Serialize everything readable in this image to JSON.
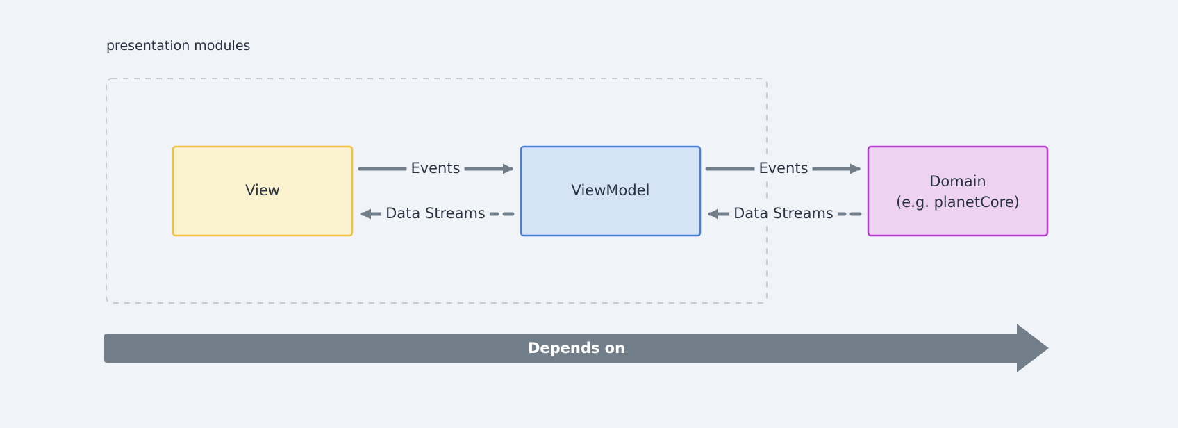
{
  "group": {
    "label": "presentation modules"
  },
  "nodes": {
    "view": {
      "label": "View"
    },
    "viewmodel": {
      "label": "ViewModel"
    },
    "domain": {
      "line1": "Domain",
      "line2": "(e.g. planetCore)"
    }
  },
  "connections": {
    "view_to_viewmodel": {
      "label": "Events"
    },
    "viewmodel_to_view": {
      "label": "Data Streams"
    },
    "viewmodel_to_domain": {
      "label": "Events"
    },
    "domain_to_viewmodel": {
      "label": "Data Streams"
    }
  },
  "dependency": {
    "label": "Depends on"
  },
  "colors": {
    "background": "#f0f3f8",
    "view_fill": "#fbf2cf",
    "view_border": "#f0c13c",
    "viewmodel_fill": "#d4e3f5",
    "viewmodel_border": "#4a80d4",
    "domain_fill": "#edd3f1",
    "domain_border": "#b43fcb",
    "arrow": "#727d8a",
    "group_border": "#c6ccd5"
  }
}
